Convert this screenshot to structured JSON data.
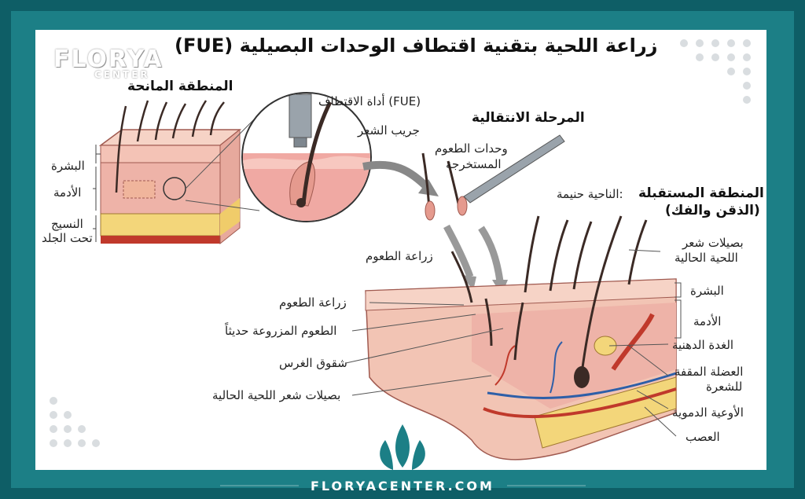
{
  "title": "زراعة اللحية بتقنية اقتطاف الوحدات البصيلية (FUE)",
  "brand": {
    "logo_main": "FLORYA",
    "logo_sub": "CENTER",
    "footer_url": "FLORYACENTER.COM"
  },
  "donor": {
    "heading": "المنطقة المانحة",
    "layers": {
      "epidermis": "البشرة",
      "dermis": "الأدمة",
      "subcutaneous_1": "النسيج",
      "subcutaneous_2": "تحت الجلد"
    }
  },
  "callout": {
    "tool": "أداة الاقتطاف (FUE)",
    "follicle": "جريب الشعر"
  },
  "transition": {
    "heading": "المرحلة الانتقالية",
    "extracted_1": "وحدات الطعوم",
    "extracted_2": "المستخرجة"
  },
  "recipient": {
    "heading": "المنطقة المستقبلة",
    "subheading_prefix": "الناحية حنيمة:",
    "subheading_bold": "(الذقن والفك)",
    "labels_left": {
      "graft_top": "زراعة الطعوم",
      "graft": "زراعة الطعوم",
      "new_grafts": "الطعوم المزروعة حديثاً",
      "slits": "شقوق الغرس",
      "existing_follicles": "بصيلات شعر اللحية الحالية"
    },
    "labels_right": {
      "existing_1": "بصيلات شعر",
      "existing_2": "اللحية الحالية",
      "epidermis": "البشرة",
      "dermis": "الأدمة",
      "sebaceous": "الغدة الدهنية",
      "arrector_1": "العضلة المقفة",
      "arrector_2": "للشعرة",
      "vessels": "الأوعية الدموية",
      "nerve": "العصب"
    }
  },
  "colors": {
    "frame_dark": "#0e5e66",
    "frame_light": "#1c7f86",
    "skin": "#f2c4b4",
    "dermis": "#e9a9a0",
    "fat": "#f3d67a",
    "muscle": "#c0392b",
    "hair": "#3b2a25"
  }
}
